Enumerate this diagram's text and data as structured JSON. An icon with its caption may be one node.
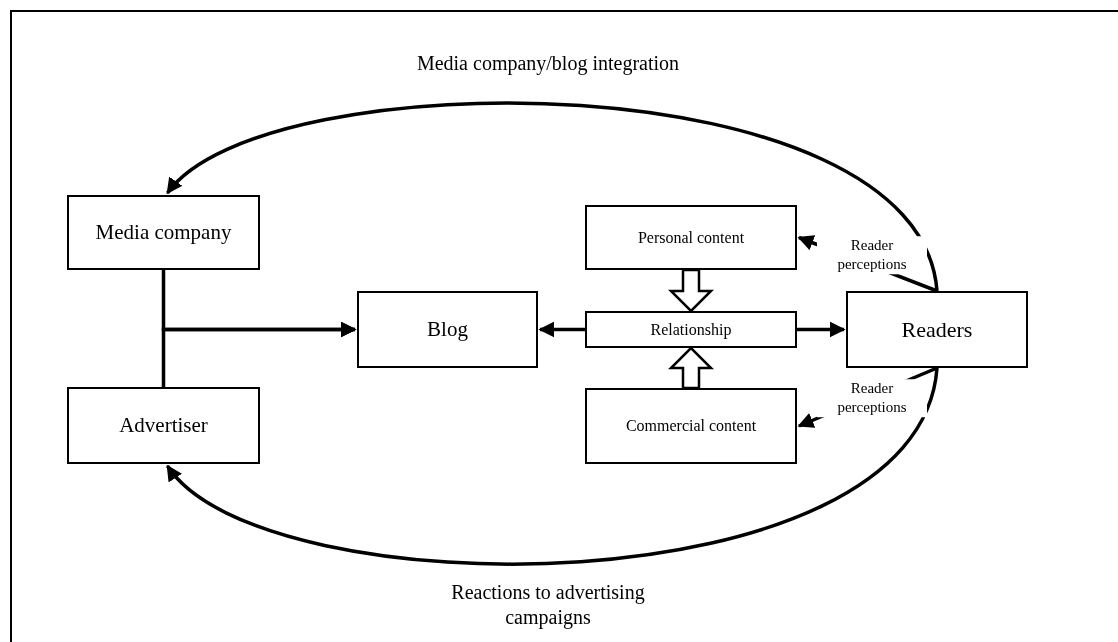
{
  "diagram": {
    "nodes": [
      {
        "text": [
          "Media company"
        ]
      },
      {
        "text": [
          "Advertiser"
        ]
      },
      {
        "text": [
          "Blog"
        ]
      },
      {
        "text": [
          "Personal content"
        ]
      },
      {
        "text": [
          "Relationship"
        ]
      },
      {
        "text": [
          "Commercial content"
        ]
      },
      {
        "text": [
          "Readers"
        ]
      }
    ],
    "edges": [
      {
        "from": 6,
        "to": 0,
        "arrow": "to",
        "label": "Media company/blog integration"
      },
      {
        "from": 6,
        "to": 1,
        "arrow": "to",
        "label": "Reactions to advertising campaigns"
      },
      {
        "from": 0,
        "to": 2,
        "arrow": "to"
      },
      {
        "from": 1,
        "to": 2,
        "arrow": "to"
      },
      {
        "from": 4,
        "to": 2,
        "arrow": "to"
      },
      {
        "from": 4,
        "to": 6,
        "arrow": "to"
      },
      {
        "from": 6,
        "to": 3,
        "arrow": "to",
        "label": "Reader perceptions"
      },
      {
        "from": 6,
        "to": 5,
        "arrow": "to",
        "label": "Reader perceptions"
      },
      {
        "from": 3,
        "to": 4,
        "arrow": "to",
        "style": "thick"
      },
      {
        "from": 5,
        "to": 4,
        "arrow": "to",
        "style": "thick"
      }
    ]
  }
}
